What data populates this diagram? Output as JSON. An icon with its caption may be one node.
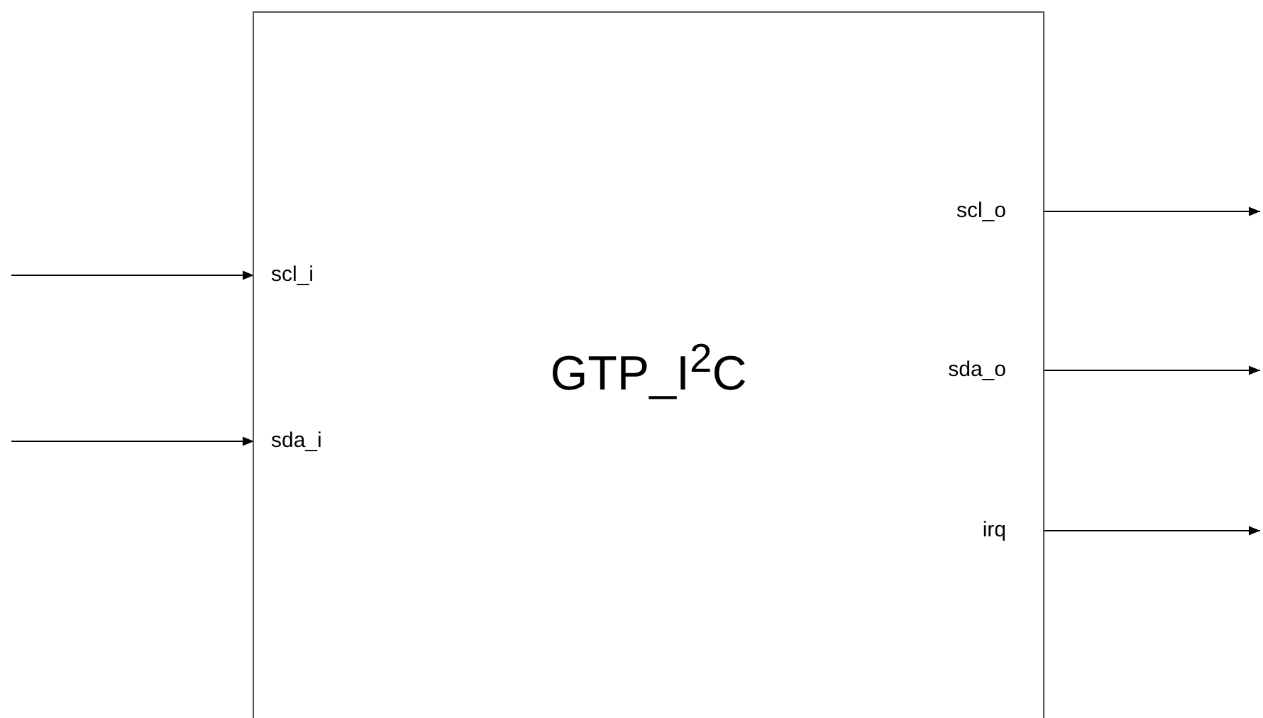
{
  "diagram": {
    "nodes": [
      {
        "text": [
          "GTP_I$^{2}$C"
        ]
      },
      {
        "text": [
          "scl_i"
        ],
        "in": 0
      },
      {
        "text": [
          "sda_i"
        ],
        "in": 0
      },
      {
        "text": [
          "scl_o"
        ],
        "in": 0
      },
      {
        "text": [
          "sda_o"
        ],
        "in": 0
      },
      {
        "text": [
          "irq"
        ],
        "in": 0
      }
    ],
    "edges": [
      {
        "from": null,
        "to": 1,
        "arrow": "to"
      },
      {
        "from": null,
        "to": 2,
        "arrow": "to"
      },
      {
        "from": 3,
        "to": null,
        "arrow": "to"
      },
      {
        "from": 4,
        "to": null,
        "arrow": "to"
      },
      {
        "from": 5,
        "to": null,
        "arrow": "to"
      }
    ]
  }
}
